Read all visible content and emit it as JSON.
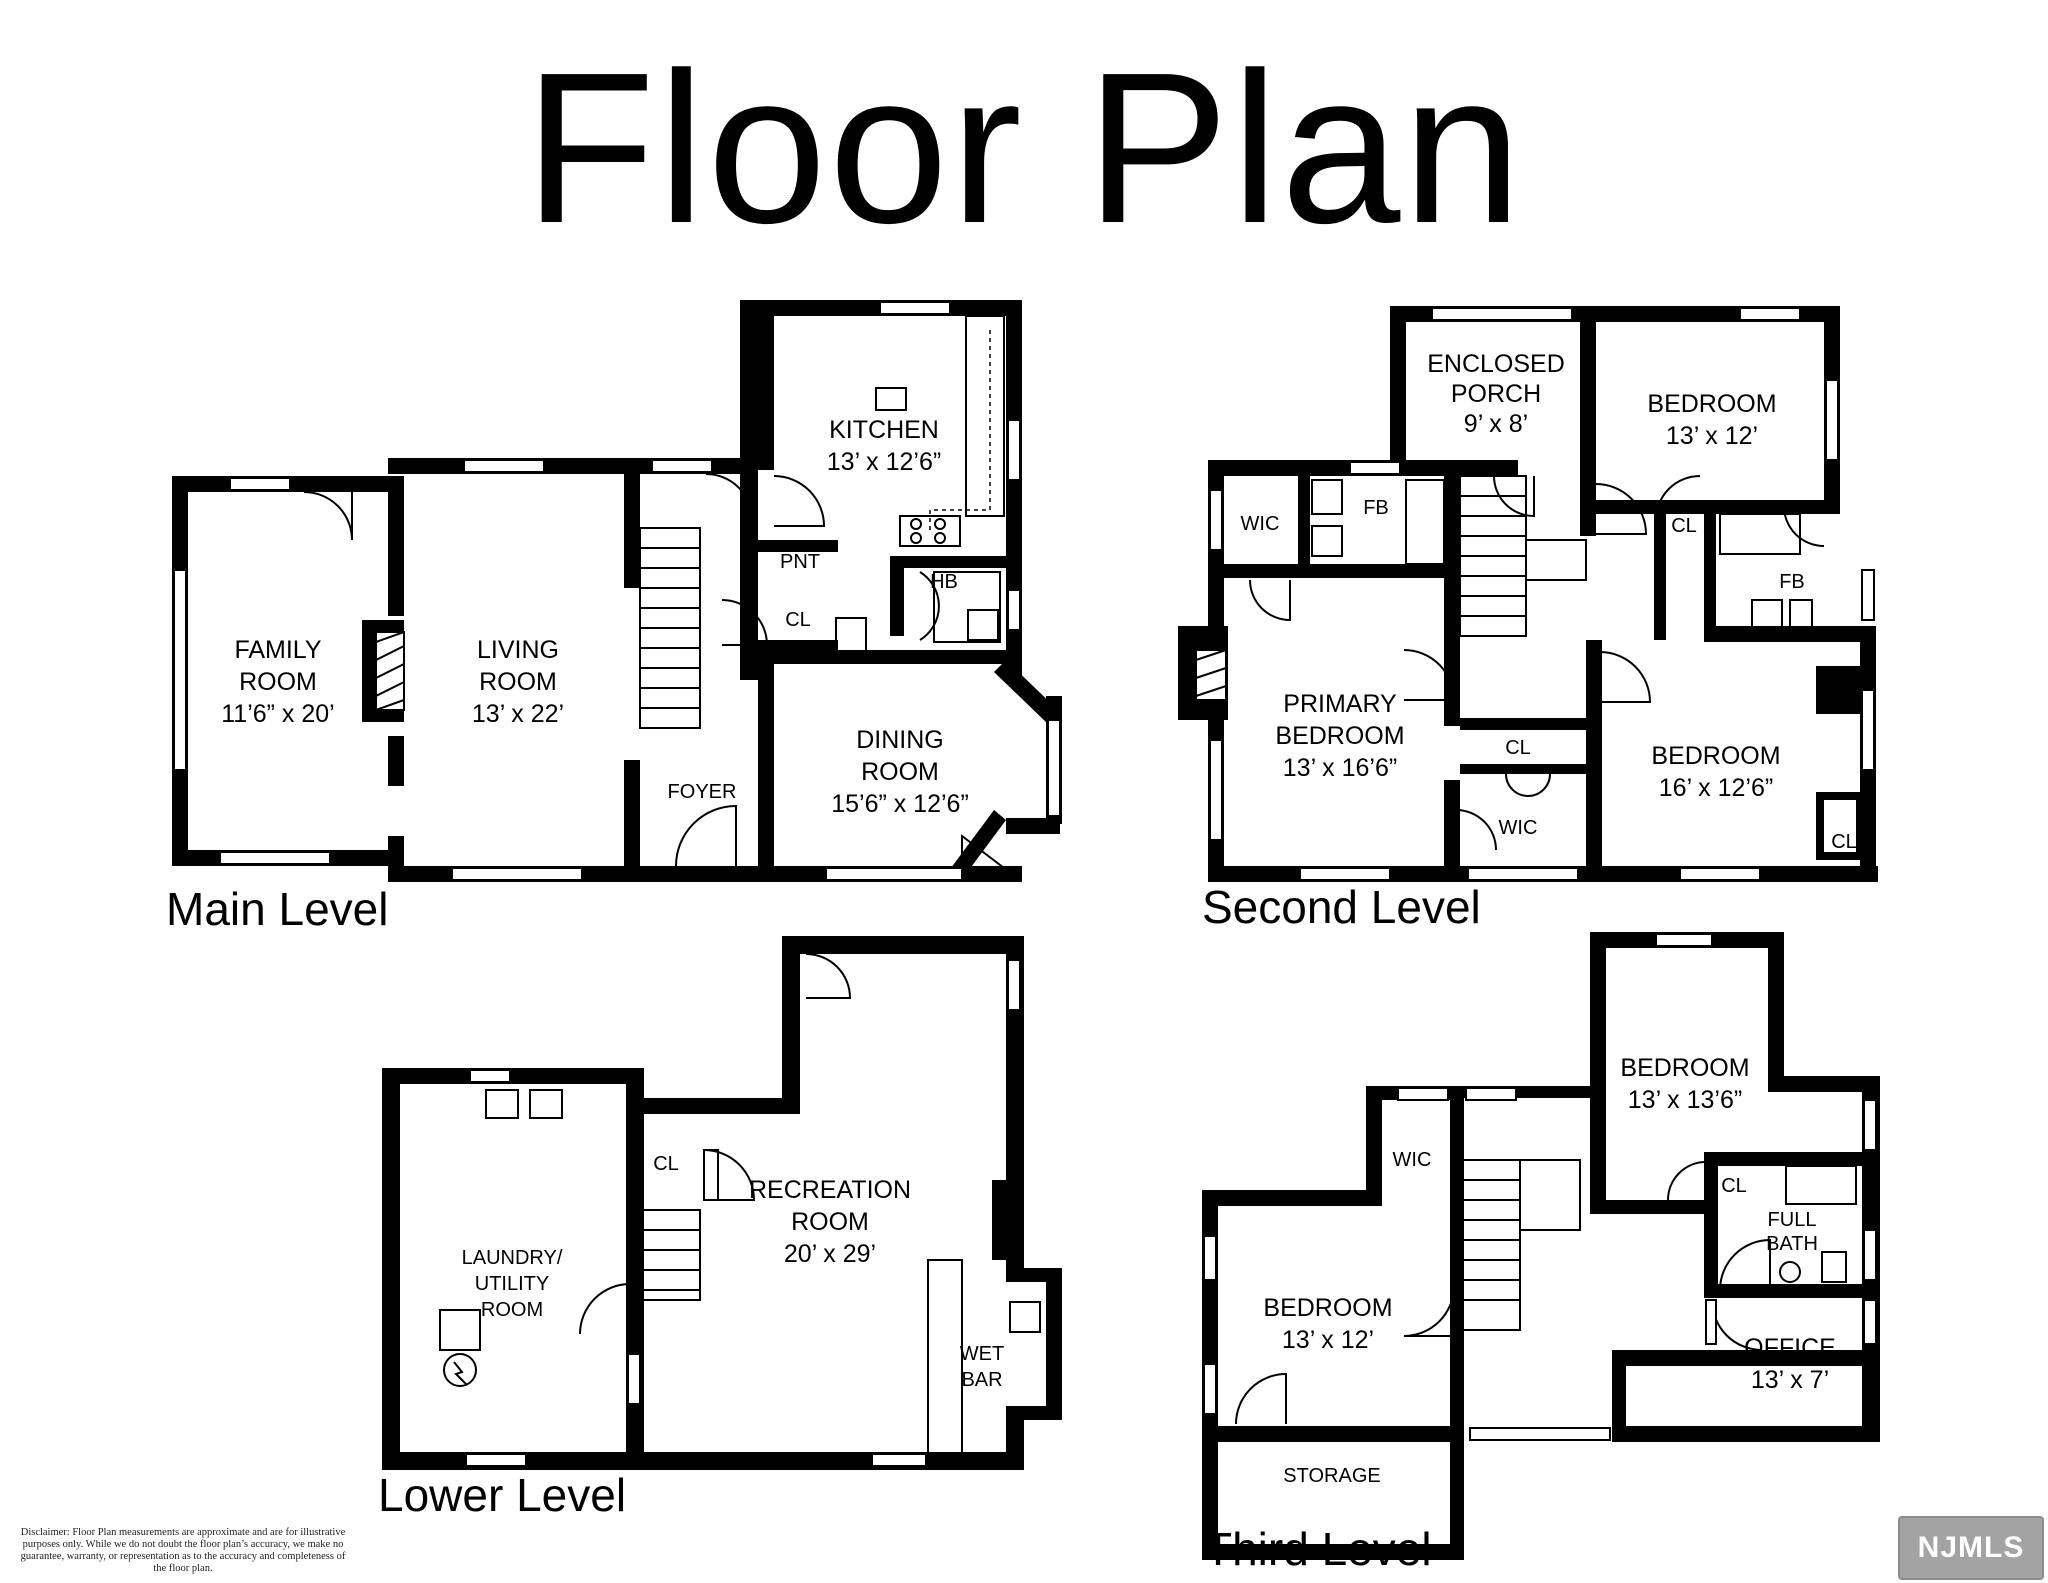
{
  "title": "Floor Plan",
  "levels": {
    "main": {
      "label": "Main Level",
      "rooms": [
        {
          "name": "FAMILY",
          "name2": "ROOM",
          "size": "11’6” x 20’"
        },
        {
          "name": "LIVING",
          "name2": "ROOM",
          "size": "13’ x 22’"
        },
        {
          "name": "KITCHEN",
          "size": "13’ x 12’6”"
        },
        {
          "name": "DINING",
          "name2": "ROOM",
          "size": "15’6” x 12’6”"
        },
        {
          "name": "FOYER"
        },
        {
          "name": "PNT"
        },
        {
          "name": "CL"
        },
        {
          "name": "HB"
        }
      ]
    },
    "second": {
      "label": "Second Level",
      "rooms": [
        {
          "name": "ENCLOSED",
          "name2": "PORCH",
          "size": "9’ x 8’"
        },
        {
          "name": "BEDROOM",
          "size": "13’ x 12’"
        },
        {
          "name": "WIC"
        },
        {
          "name": "FB"
        },
        {
          "name": "CL"
        },
        {
          "name": "FB"
        },
        {
          "name": "PRIMARY",
          "name2": "BEDROOM",
          "size": "13’ x 16’6”"
        },
        {
          "name": "CL"
        },
        {
          "name": "WIC"
        },
        {
          "name": "BEDROOM",
          "size": "16’ x 12’6”"
        },
        {
          "name": "CL"
        },
        {
          "name": "CL"
        }
      ]
    },
    "lower": {
      "label": "Lower Level",
      "rooms": [
        {
          "name": "LAUNDRY/",
          "name2": "UTILITY",
          "name3": "ROOM"
        },
        {
          "name": "CL"
        },
        {
          "name": "RECREATION",
          "name2": "ROOM",
          "size": "20’ x 29’"
        },
        {
          "name": "WET",
          "name2": "BAR"
        }
      ]
    },
    "third": {
      "label": "Third Level",
      "rooms": [
        {
          "name": "BEDROOM",
          "size": "13’ x 13’6”"
        },
        {
          "name": "WIC"
        },
        {
          "name": "CL"
        },
        {
          "name": "FULL",
          "name2": "BATH"
        },
        {
          "name": "BEDROOM",
          "size": "13’ x 12’"
        },
        {
          "name": "OFFICE",
          "size": "13’ x 7’"
        },
        {
          "name": "STORAGE"
        }
      ]
    }
  },
  "disclaimer": "Disclaimer: Floor Plan measurements are approximate and are for illustrative purposes only. While we do not doubt the floor plan’s accuracy, we make no guarantee, warranty, or representation as to the accuracy and completeness of the floor plan.",
  "logo": "NJMLS"
}
